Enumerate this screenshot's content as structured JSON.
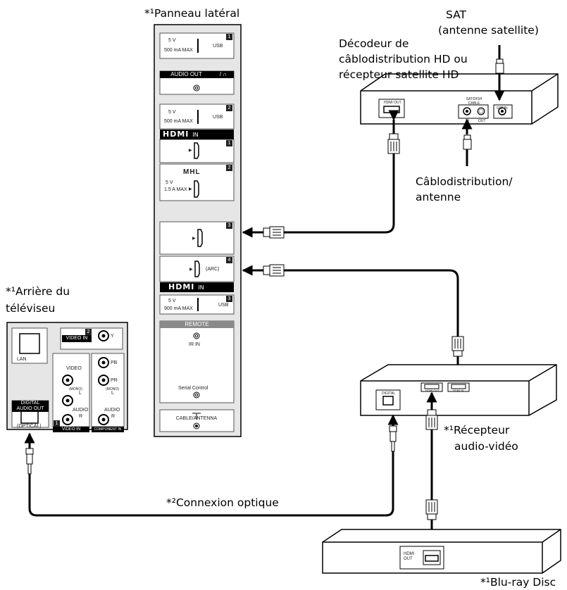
{
  "labels": {
    "side_panel_title": "*¹Panneau latéral",
    "sat_title": "SAT",
    "sat_sub": "(antenne satellite)",
    "decoder_line1": "Décodeur de",
    "decoder_line2": "câblodistribution HD ou",
    "decoder_line3": "récepteur satellite HD",
    "cable_line1": "Câblodistribution/",
    "cable_line2": "antenne",
    "tv_rear_line1": "*¹Arrière du",
    "tv_rear_line2": "téléviseu",
    "av_line1": "*¹Récepteur",
    "av_line2": "audio-vidéo",
    "optical": "*²Connexion optique",
    "bluray": "*¹Blu-ray Disc"
  },
  "side_panel": {
    "usb1_v": "5 V",
    "usb1_ma": "500 mA MAX",
    "usb1_label": "USB",
    "usb1_num": "1",
    "audio_out": "AUDIO OUT",
    "audio_out_sym": "/ ∩",
    "usb2_v": "5 V",
    "usb2_ma": "500 mA MAX",
    "usb2_label": "USB",
    "usb2_num": "2",
    "hdmi_top_brand": "HDMI",
    "hdmi_top_in": "IN",
    "hdmi1_num": "1",
    "mhl_num": "2",
    "mhl_logo": "MHL",
    "mhl_v": "5 V",
    "mhl_ma": "1.5 A MAX",
    "hdmi3_num": "3",
    "hdmi4_num": "4",
    "arc": "(ARC)",
    "hdmi_bottom_brand": "HDMI",
    "hdmi_bottom_in": "IN",
    "usb3_v": "5 V",
    "usb3_ma": "900 mA MAX",
    "usb3_label": "USB",
    "usb3_num": "3",
    "remote": "REMOTE",
    "ir_in": "IR IN",
    "serial": "Serial Control",
    "cable_antenna": "CABLE/ANTENNA"
  },
  "rear_panel": {
    "lan": "LAN",
    "video_in_top": "VIDEO IN",
    "video_in_num": "2",
    "y": "Y",
    "pb": "PB",
    "pr": "PR",
    "video": "VIDEO",
    "mono": "(MONO)",
    "l": "L",
    "audio": "AUDIO",
    "r": "R",
    "mono2": "(MONO)",
    "l2": "L",
    "audio2": "AUDIO",
    "r2": "R",
    "digital_line1": "DIGITAL",
    "digital_line2": "AUDIO OUT",
    "optical_port": "(OPTICAL)",
    "bottom_num": "1",
    "video_in_bottom": "VIDEO IN",
    "component_in": "COMPONENT IN"
  },
  "devices": {
    "decoder_hdmi_out": "HDMI OUT",
    "decoder_sat_cable": "SAT/DISH CABLE",
    "decoder_in": "IN",
    "decoder_out": "OUT",
    "decoder_sat_in": "SAT IN",
    "av_digital": "DIGITAL",
    "av_hdmi_out": "HDMI OUT",
    "av_hdmi_in": "HDMI IN",
    "bd_hdmi_out": "HDMI OUT"
  }
}
